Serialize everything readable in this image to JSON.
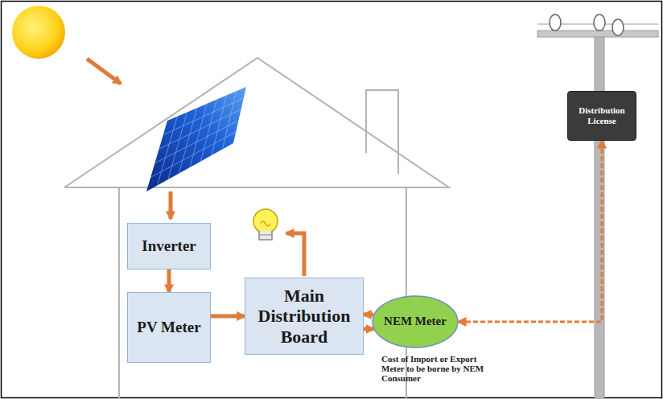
{
  "diagram": {
    "nodes": [
      {
        "text": [
          "Inverter"
        ]
      },
      {
        "text": [
          "PV Meter"
        ]
      },
      {
        "text": [
          "Main Distribution Board"
        ]
      },
      {
        "text": [
          "NEM Meter"
        ]
      },
      {
        "text": [
          "Distribution License"
        ]
      }
    ],
    "edges": [
      {
        "from": 0,
        "to": 1,
        "arrow": "to"
      },
      {
        "from": 1,
        "to": 2,
        "arrow": "to"
      },
      {
        "from": 3,
        "to": 2,
        "arrow": "to"
      },
      {
        "from": 2,
        "to": 3,
        "arrow": "to"
      },
      {
        "from": 3,
        "to": 4,
        "arrow": "both"
      }
    ],
    "labels": [
      "Cost of Import or Export Meter to be borne by NEM Consumer"
    ]
  }
}
